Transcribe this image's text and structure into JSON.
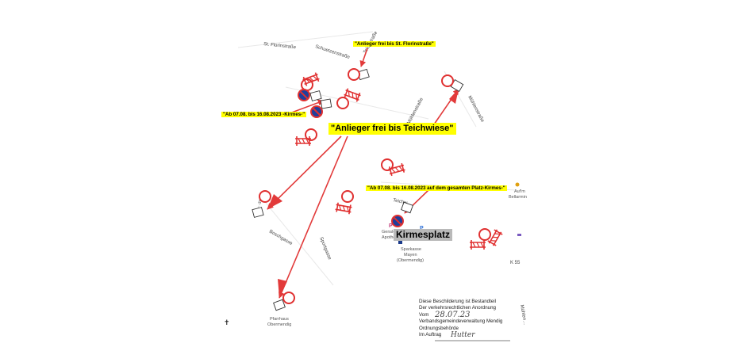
{
  "notes": {
    "st_florin": "\"Anlieger frei bis St. Florinstraße\"",
    "kirmes_left": "\"Ab 07.08. bis 16.08.2023 -Kirmes-\"",
    "teichwiese": "\"Anlieger frei bis Teichwiese\"",
    "platz": "\"Ab 07.08. bis 16.08.2023 auf dem gesamten Platz-Kirmes-\""
  },
  "kirmesplatz_label": "Kirmesplatz",
  "streets": {
    "st_florin": "St. Florinstraße",
    "schuetzen": "Schuetzenstraße",
    "muehlen_top": "Mühlenstraße",
    "teich_top": "Teichstraße",
    "muehlen_right": "Mühlenstraße",
    "left_strasse": "…straße",
    "boschgasse": "Boschgasse",
    "sportgasse": "Sportgasse",
    "teich_mid": "Teichw…",
    "k55": "K 55",
    "right_edge": "Mühlen…"
  },
  "pois": {
    "apotheke": [
      "Gensler",
      "Apotheke"
    ],
    "sparkasse": [
      "Sparkasse",
      "Mayen",
      "(Obermendig)"
    ],
    "kirche": [
      "Pfarrhaus",
      "Obermendig"
    ],
    "right_poi": [
      "Auf'm",
      "Bellarmin"
    ],
    "parking_symbol": "P",
    "cross_symbol": "✝"
  },
  "stamp": {
    "line1": "Diese Beschilderung ist Bestandteil",
    "line2": "Der verkehrsrechtlichen Anordnung",
    "line3_prefix": "Vom",
    "date_handwritten": "28.07.23",
    "line4": "Verbandsgemeindeverwaltung Mendig",
    "line5": "Ordnungsbehörde",
    "line6_prefix": "Im Auftrag",
    "signature": "Hutter"
  },
  "colors": {
    "sign_red": "#e03030",
    "arrow_red": "#e23a3a",
    "highlight": "#ffff00",
    "no_parking_blue": "#1f3f9c"
  }
}
